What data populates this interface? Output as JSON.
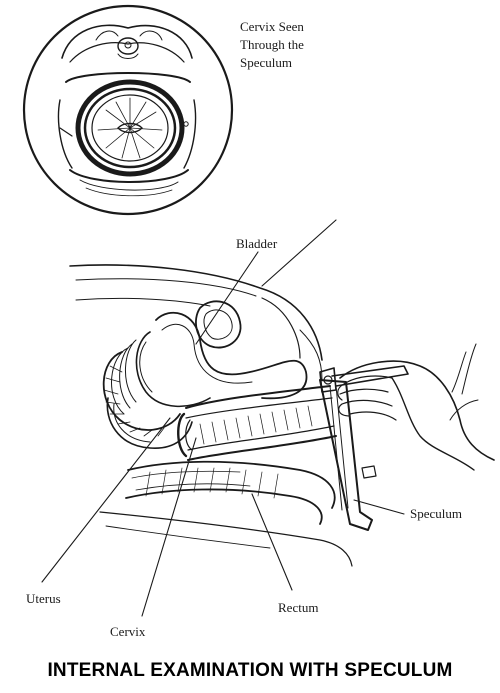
{
  "title": "INTERNAL EXAMINATION WITH SPECULUM",
  "inset": {
    "caption_lines": [
      "Cervix Seen",
      "Through the",
      "Speculum"
    ]
  },
  "labels": {
    "bladder": "Bladder",
    "uterus": "Uterus",
    "cervix": "Cervix",
    "rectum": "Rectum",
    "speculum": "Speculum"
  },
  "colors": {
    "ink": "#1a1a1a",
    "paper": "#ffffff"
  }
}
